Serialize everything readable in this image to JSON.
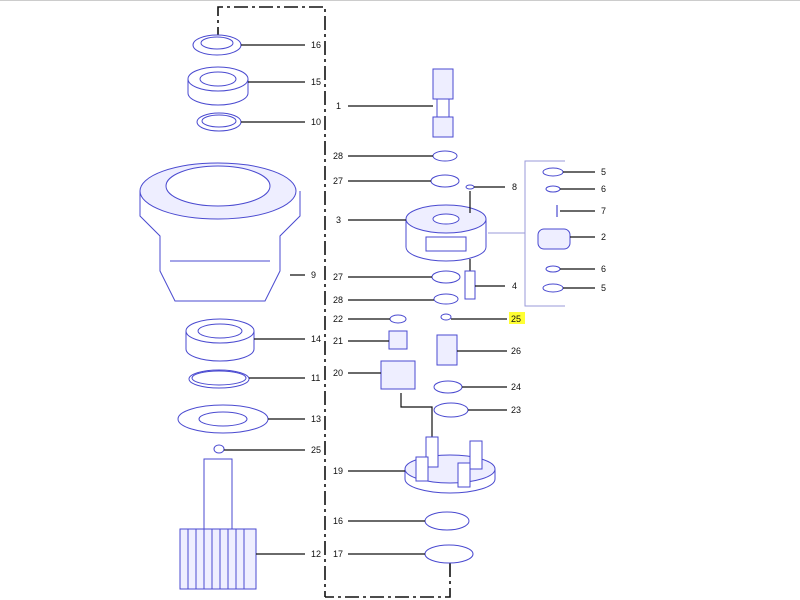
{
  "diagram": {
    "title": "Swing reduction gear exploded parts view",
    "highlight_color": "#ffff33",
    "part_color": "#4a4ad0",
    "callouts_left": [
      "16",
      "15",
      "10",
      "9",
      "14",
      "11",
      "13",
      "25",
      "12"
    ],
    "callouts_center": [
      "1",
      "28",
      "27",
      "3",
      "27",
      "28",
      "22",
      "21",
      "20",
      "19",
      "16",
      "17"
    ],
    "callouts_center_right": [
      "8",
      "4",
      "25",
      "26",
      "24",
      "23"
    ],
    "callouts_far_right": [
      "5",
      "6",
      "7",
      "2",
      "6",
      "5"
    ],
    "highlighted_callout": "25"
  }
}
